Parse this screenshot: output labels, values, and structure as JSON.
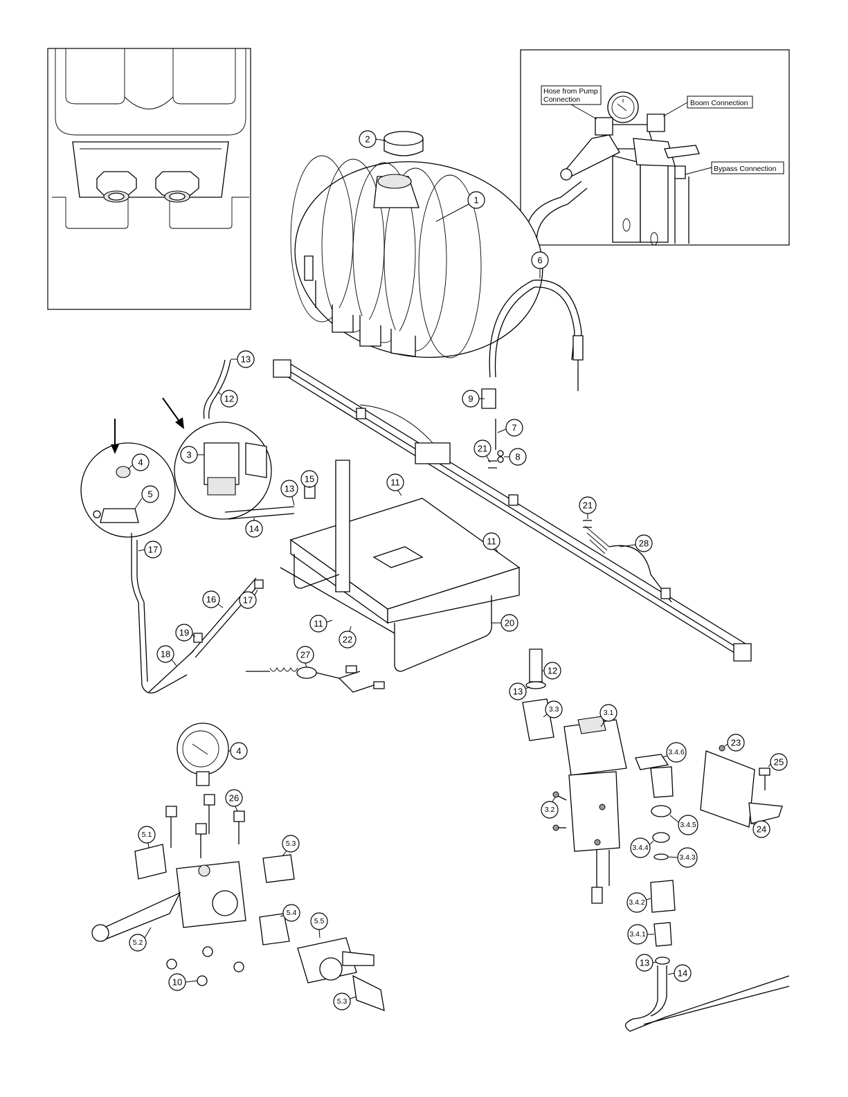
{
  "inset_labels": {
    "hose_from_pump_line1": "Hose from Pump",
    "hose_from_pump_line2": "Connection",
    "boom_connection": "Boom Connection",
    "bypass_connection": "Bypass Connection"
  },
  "callouts": {
    "c1": "1",
    "c2": "2",
    "c3": "3",
    "c4": "4",
    "c5": "5",
    "c6": "6",
    "c7": "7",
    "c8": "8",
    "c9": "9",
    "c11a": "11",
    "c11b": "11",
    "c11c": "11",
    "c12a": "12",
    "c12b": "12",
    "c13a": "13",
    "c13b": "13",
    "c13c": "13",
    "c13d": "13",
    "c14a": "14",
    "c14b": "14",
    "c15": "15",
    "c16": "16",
    "c17a": "17",
    "c17b": "17",
    "c18": "18",
    "c19": "19",
    "c20": "20",
    "c21a": "21",
    "c21b": "21",
    "c22": "22",
    "c23": "23",
    "c24": "24",
    "c25": "25",
    "c26": "26",
    "c27": "27",
    "c28": "28",
    "c4b": "4",
    "c10": "10",
    "c51": "5.1",
    "c52": "5.2",
    "c53a": "5.3",
    "c53b": "5.3",
    "c54": "5.4",
    "c55": "5.5",
    "c31": "3.1",
    "c32": "3.2",
    "c33": "3.3",
    "c341": "3.4.1",
    "c342": "3.4.2",
    "c343": "3.4.3",
    "c344": "3.4.4",
    "c345": "3.4.5",
    "c346": "3.4.6"
  }
}
